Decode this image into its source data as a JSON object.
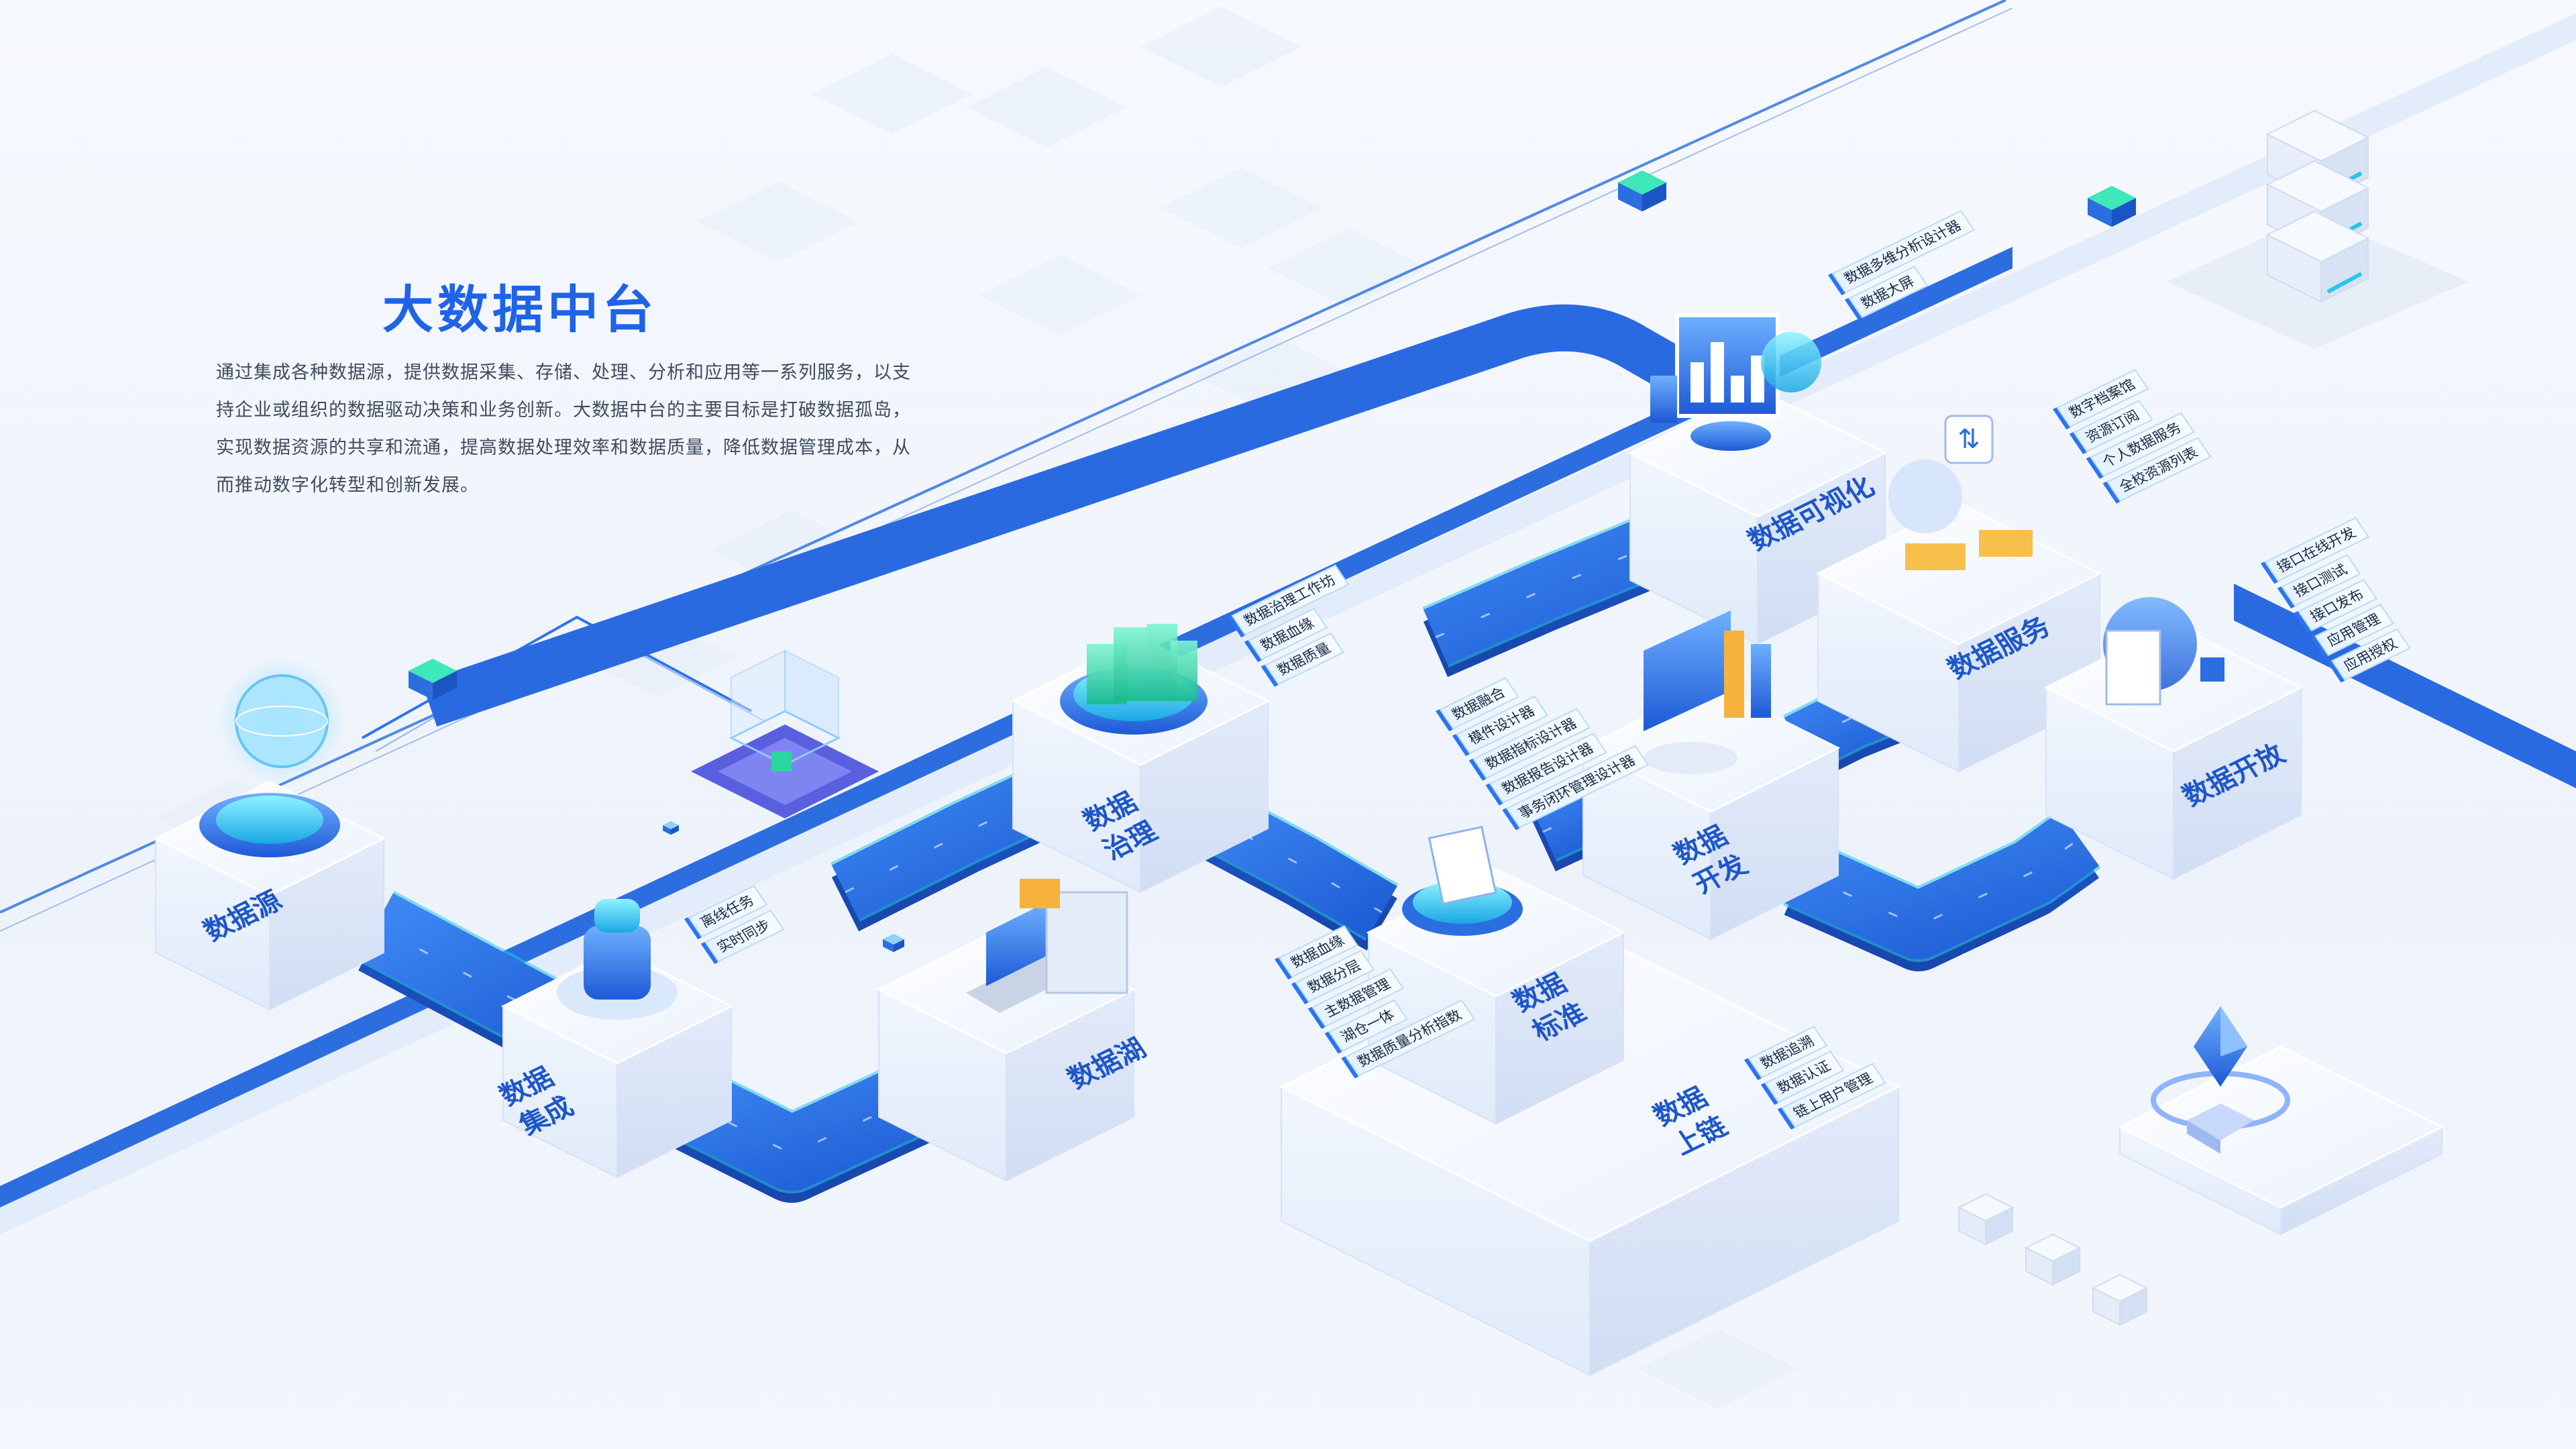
{
  "title": "大数据中台",
  "description": "通过集成各种数据源，提供数据采集、存储、处理、分析和应用等一系列服务，以支持企业或组织的数据驱动决策和业务创新。大数据中台的主要目标是打破数据孤岛，实现数据资源的共享和流通，提高数据处理效率和数据质量，降低数据管理成本，从而推动数字化转型和创新发展。",
  "nodes": {
    "source": {
      "label_lines": [
        "数据源"
      ]
    },
    "integration": {
      "label_lines": [
        "数据",
        "集成"
      ],
      "tags": [
        "离线任务",
        "实时同步"
      ]
    },
    "lake": {
      "label_lines": [
        "数据湖"
      ]
    },
    "governance": {
      "label_lines": [
        "数据",
        "治理"
      ],
      "tags": [
        "数据治理工作坊",
        "数据血缘",
        "数据质量"
      ]
    },
    "standard": {
      "label_lines": [
        "数据",
        "标准"
      ],
      "tags": [
        "数据血缘",
        "数据分层",
        "主数据管理",
        "湖仓一体",
        "数据质量分析指数"
      ]
    },
    "blockchain": {
      "label_lines": [
        "数据",
        "上链"
      ],
      "tags": [
        "数据追溯",
        "数据认证",
        "链上用户管理"
      ]
    },
    "development": {
      "label_lines": [
        "数据",
        "开发"
      ],
      "tags": [
        "数据融合",
        "模件设计器",
        "数据指标设计器",
        "数据报告设计器",
        "事务闭环管理设计器"
      ]
    },
    "visualization": {
      "label_lines": [
        "数据可视化"
      ],
      "tags": [
        "数据多维分析设计器",
        "数据大屏"
      ]
    },
    "service": {
      "label_lines": [
        "数据服务"
      ],
      "tags": [
        "数字档案馆",
        "资源订阅",
        "个人数据服务",
        "全校资源列表"
      ]
    },
    "open": {
      "label_lines": [
        "数据开放"
      ],
      "tags": [
        "接口在线开发",
        "接口测试",
        "接口发布",
        "应用管理",
        "应用授权"
      ]
    }
  },
  "colors": {
    "accent": "#1f63e6",
    "conveyor": "#2a6fe4",
    "conveyor_edge": "#27c7e8",
    "block_top": "#f3f7fe",
    "block_side": "#dfe9fa",
    "icon_cyan": "#35d3e6",
    "icon_green": "#22d3a6"
  },
  "icons": {
    "source": "globe-icon",
    "integration": "database-bottle-icon",
    "lake": "laptop-server-icon",
    "governance": "city-blocks-icon",
    "standard": "cloud-documents-icon",
    "development": "monitor-charts-icon",
    "visualization": "dashboard-cloud-icon",
    "service": "cloud-transfer-icon",
    "open": "cloud-document-icon",
    "chip": "chip-cube-icon",
    "server_stack": "server-stack-icon",
    "crystal": "crystal-pedestal-icon"
  }
}
